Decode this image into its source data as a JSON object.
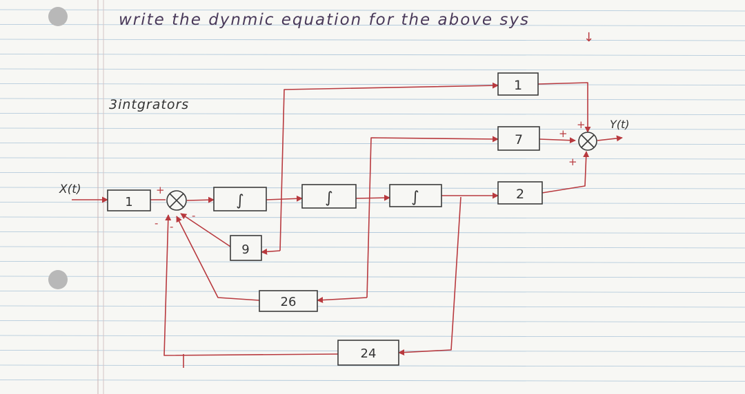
{
  "colors": {
    "paper": "#f7f7f4",
    "rule": "#aac4d8",
    "margin": "#c9b3b3",
    "ink": "#3a3a3a",
    "wire": "#b8393e",
    "hole": "#bdbdbd"
  },
  "header": {
    "question": "write the dynmic equation for the above sys",
    "mark": "↓"
  },
  "note": "3intgrators",
  "signals": {
    "input": "X(t)",
    "output": "Y(t)"
  },
  "blocks": {
    "input_gain": "1",
    "int1": "∫",
    "int2": "∫",
    "int3": "∫",
    "gain_top": "1",
    "gain_7": "7",
    "gain_2": "2",
    "fb_9": "9",
    "fb_26": "26",
    "fb_24": "24"
  },
  "signs": {
    "sum1_plus": "+",
    "sum1_minus_a": "-",
    "sum1_minus_b": "-",
    "sum1_minus_c": "-",
    "sum2_top": "+",
    "sum2_left": "+",
    "sum2_bottom": "+"
  }
}
